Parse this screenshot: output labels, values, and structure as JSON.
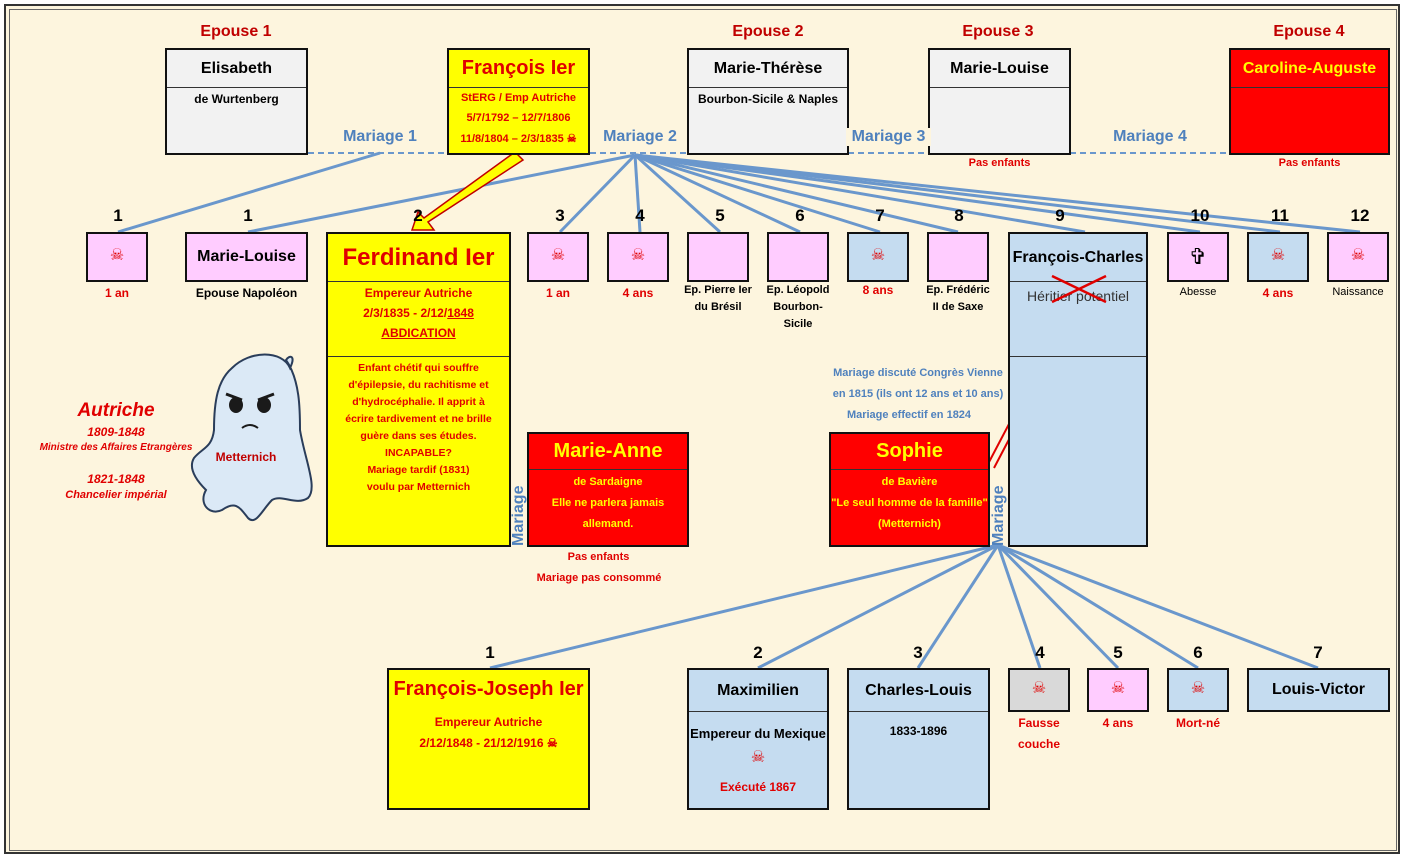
{
  "colors": {
    "yellow": "#ffff00",
    "red": "#ff0000",
    "pink": "#ffccff",
    "lightblue": "#c5dcf0",
    "gray": "#f2f2f2",
    "blue": "#4f81bd",
    "darkred": "#c00000"
  },
  "spouses": {
    "e1_label": "Epouse 1",
    "e2_label": "Epouse 2",
    "e3_label": "Epouse 3",
    "e4_label": "Epouse 4",
    "elisabeth": "Elisabeth",
    "elisabeth_sub": "de Wurtenberg",
    "mt": "Marie-Thérèse",
    "mt_sub": "Bourbon-Sicile & Naples",
    "ml": "Marie-Louise",
    "ml_note": "Pas enfants",
    "ca": "Caroline-Auguste",
    "ca_note": "Pas enfants"
  },
  "francois": {
    "name": "François Ier",
    "l1": "StERG / Emp Autriche",
    "l2": "5/7/1792 – 12/7/1806",
    "l3": "11/8/1804 – 2/3/1835 ☠"
  },
  "mariages": {
    "m1": "Mariage 1",
    "m2": "Mariage 2",
    "m3": "Mariage 3",
    "m4": "Mariage 4",
    "vert": "Mariage"
  },
  "numbers": {
    "n1": "1",
    "n2": "2",
    "n3": "3",
    "n4": "4",
    "n5": "5",
    "n6": "6",
    "n7": "7",
    "n8": "8",
    "n9": "9",
    "n10": "10",
    "n11": "11",
    "n12": "12"
  },
  "children": {
    "c1_note": "1 an",
    "ml2": "Marie-Louise",
    "ml2_note": "Epouse Napoléon",
    "c3_note": "1 an",
    "c4_note": "4 ans",
    "c5_note": "Ep. Pierre Ier du Brésil",
    "c6_note": "Ep. Léopold Bourbon-Sicile",
    "c7_note": "8 ans",
    "c8_note": "Ep. Frédéric II de Saxe",
    "c10_note": "Abesse",
    "c11_note": "4 ans",
    "c12_note": "Naissance",
    "cross": "✞",
    "skull": "☠"
  },
  "ferdinand": {
    "name": "Ferdinand Ier",
    "l1": "Empereur Autriche",
    "l2a": "2/3/1835 - 2/12/",
    "l2b": "1848",
    "l3": "ABDICATION",
    "desc": [
      "Enfant chétif qui souffre",
      "d'épilepsie, du rachitisme et",
      "d'hydrocéphalie.    Il apprit à",
      "écrire tardivement et ne brille",
      "guère dans ses études.",
      "INCAPABLE?",
      "Mariage tardif (1831)",
      "voulu par Metternich"
    ]
  },
  "marie_anne": {
    "name": "Marie-Anne",
    "l1": "de Sardaigne",
    "l2": "Elle ne parlera jamais",
    "l3": "allemand.",
    "n1": "Pas enfants",
    "n2": "Mariage pas consommé"
  },
  "metternich": {
    "country": "Autriche",
    "y1": "1809-1848",
    "r1": "Ministre des Affaires Etrangères",
    "y2": "1821-1848",
    "r2": "Chancelier impérial",
    "name": "Metternich"
  },
  "fc": {
    "name": "François-Charles",
    "sub": "Héritier potentiel"
  },
  "sophie": {
    "name": "Sophie",
    "l1": "de Bavière",
    "l2": "\"Le seul homme de la famille\"",
    "l3": "(Metternich)",
    "n1": "Mariage discuté Congrès Vienne",
    "n2": "en 1815 (ils ont 12 ans et 10 ans)",
    "n3": "Mariage effectif en 1824"
  },
  "grandchildren": {
    "fj": "François-Joseph Ier",
    "fj_l1": "Empereur Autriche",
    "fj_l2": "2/12/1848 - 21/12/1916 ☠",
    "max": "Maximilien",
    "max_l1": "Empereur du Mexique",
    "max_l2": "Exécuté 1867",
    "cl": "Charles-Louis",
    "cl_l1": "1833-1896",
    "g4_n1": "Fausse",
    "g4_n2": "couche",
    "g5_note": "4 ans",
    "g6_note": "Mort-né",
    "lv": "Louis-Victor"
  }
}
